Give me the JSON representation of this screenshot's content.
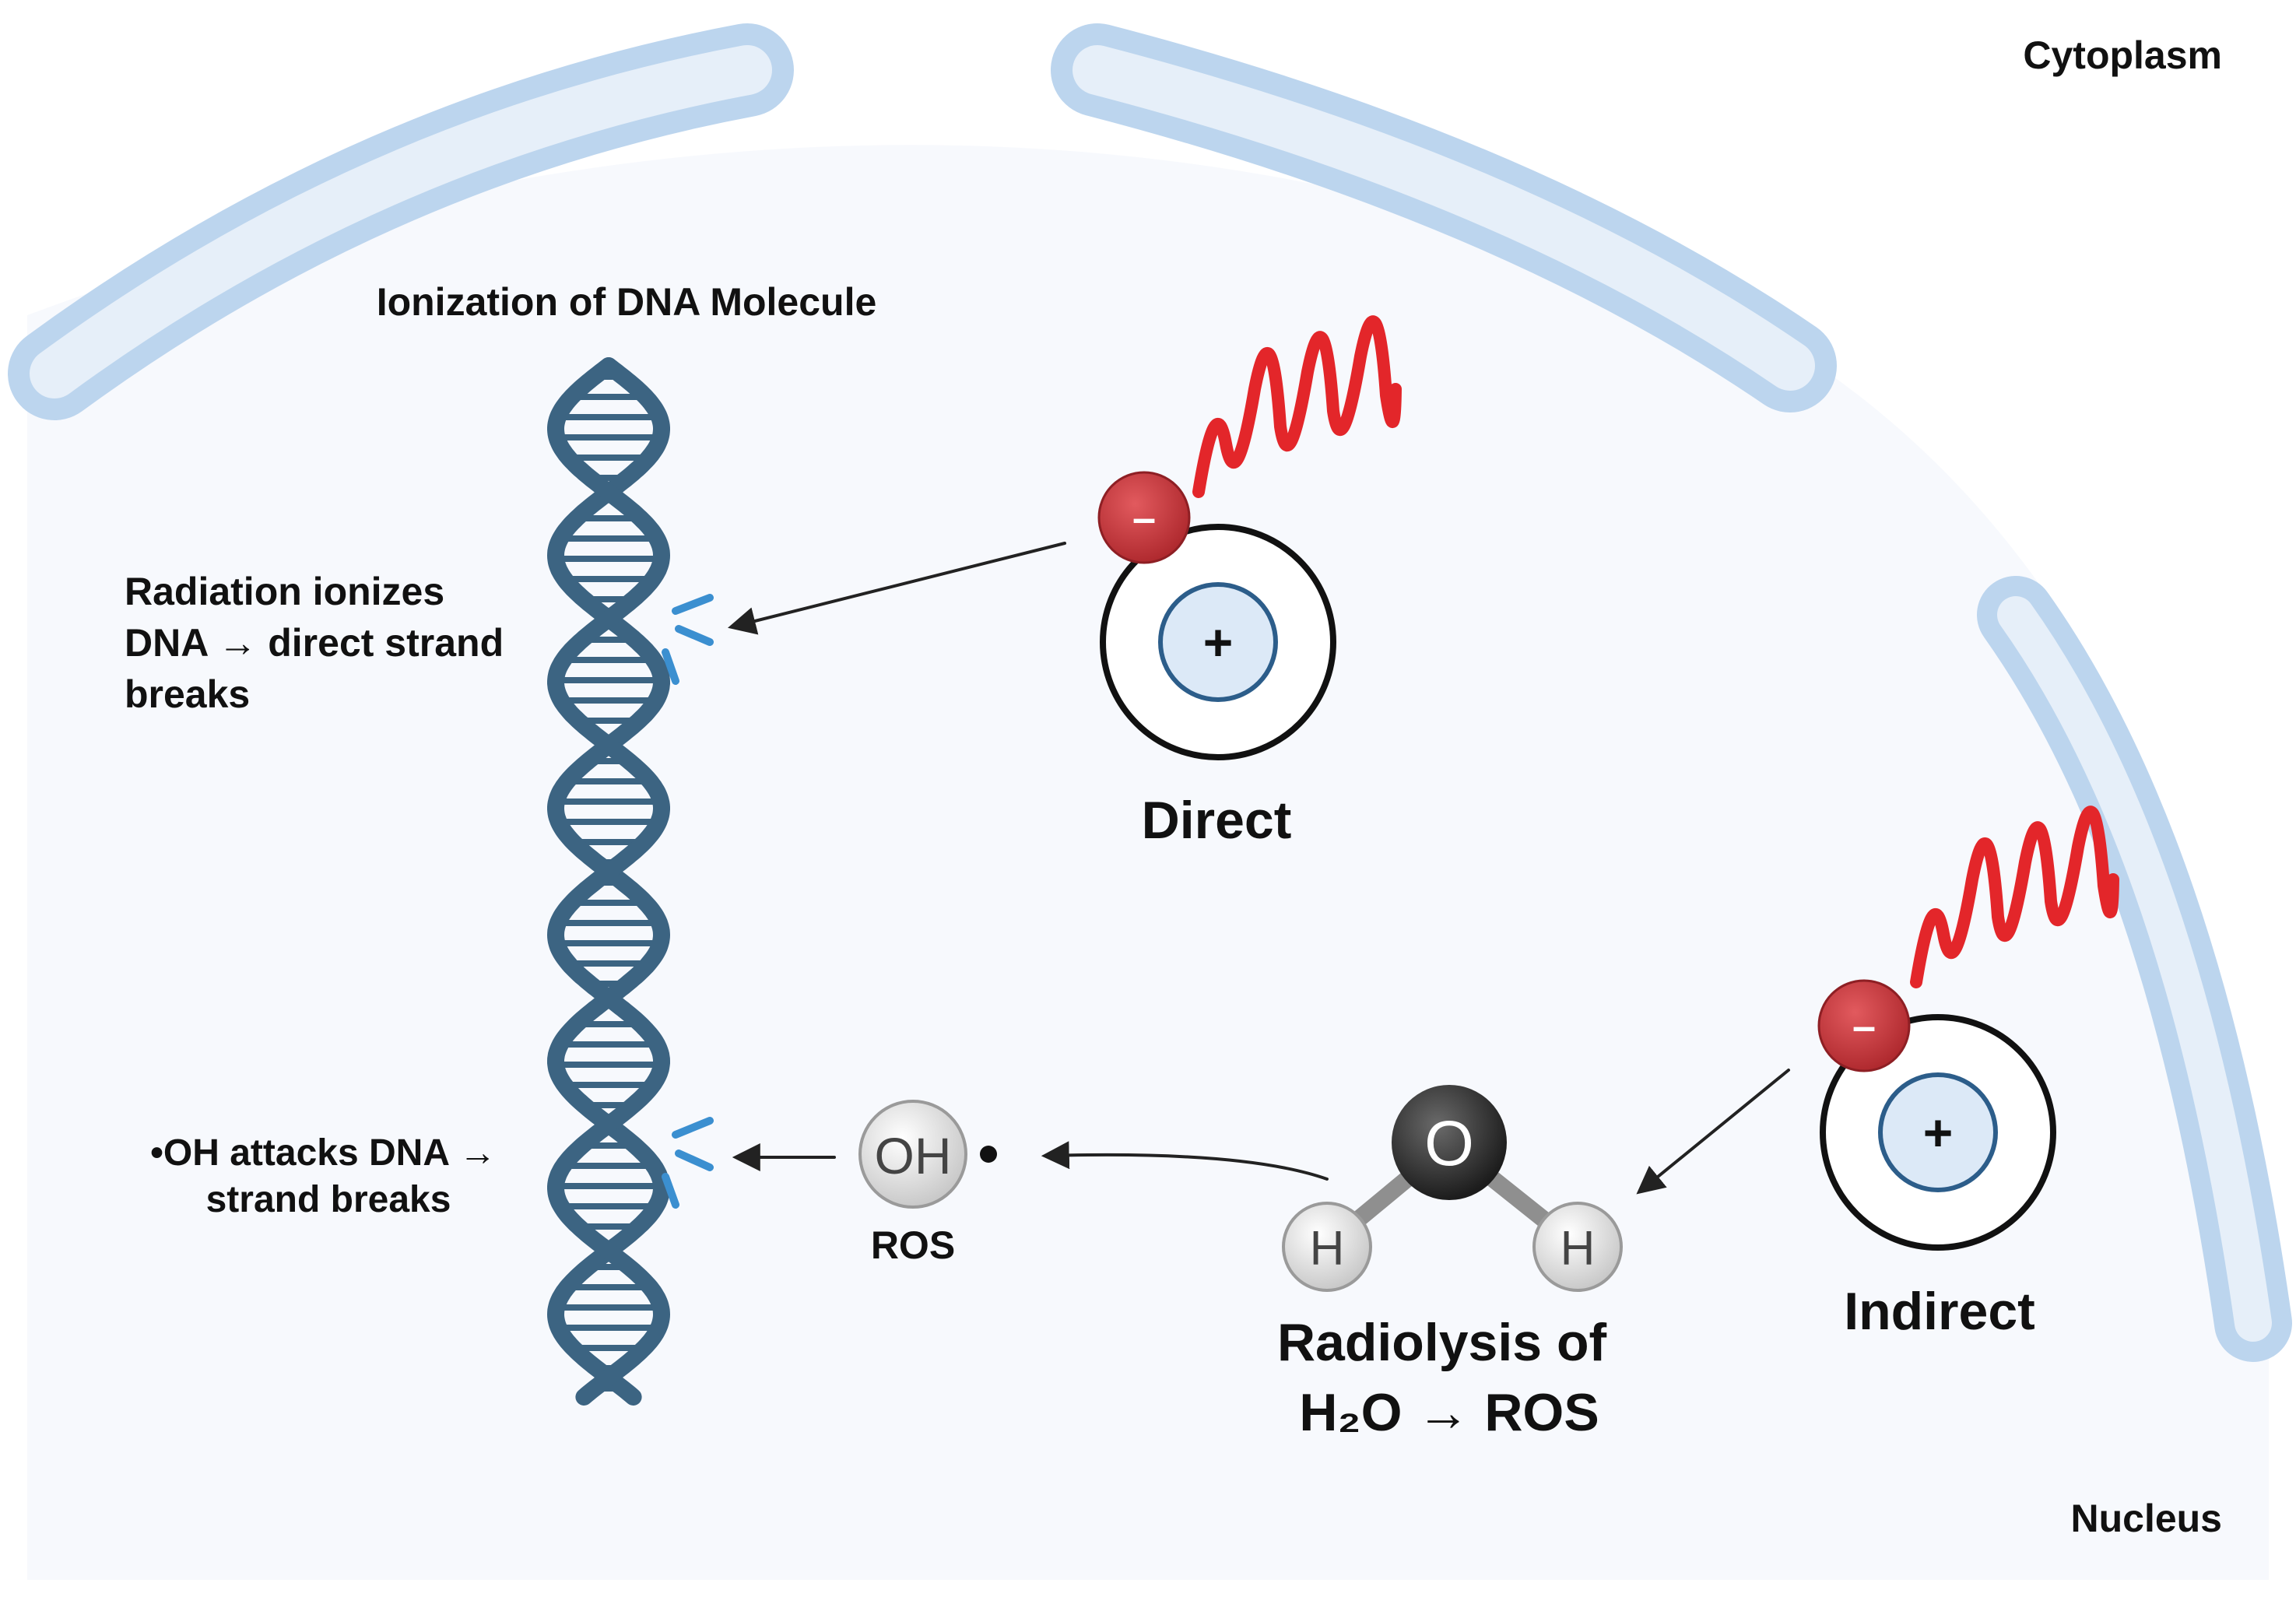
{
  "labels": {
    "cytoplasm": "Cytoplasm",
    "nucleus": "Nucleus",
    "dna_title": "Ionization of DNA Molecule",
    "direct_note": [
      "Radiation ionizes",
      "DNA → direct strand",
      "breaks"
    ],
    "oh_note": [
      "•OH attacks DNA →",
      "strand breaks"
    ],
    "direct": "Direct",
    "indirect": "Indirect",
    "ros": "ROS",
    "radiolysis": [
      "Radiolysis of",
      "H₂O → ROS"
    ]
  },
  "atom": {
    "nucleus_symbol": "+",
    "electron_symbol": "–"
  },
  "molecule": {
    "oxygen": "O",
    "hydrogen_left": "H",
    "hydrogen_right": "H",
    "hydroxyl": "OH"
  },
  "colors": {
    "membrane": "#bcd5ee",
    "membrane_inner": "#e6eff9",
    "nucleus_fill": "#f7f9fd",
    "dna": "#3c6482",
    "break_marks": "#3b8fd0",
    "radiation": "#e3262a",
    "electron": "#c7363b",
    "atom_nucleus": "#dce9f7"
  }
}
